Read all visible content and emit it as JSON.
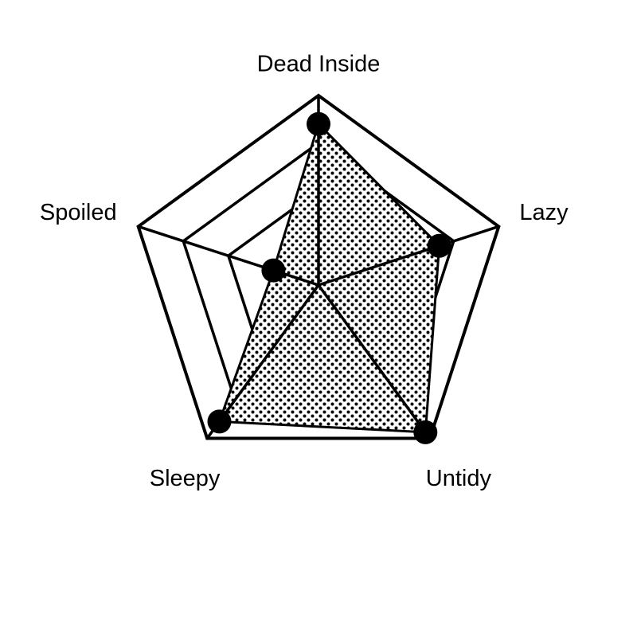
{
  "chart_data": {
    "type": "radar",
    "categories": [
      "Dead Inside",
      "Lazy",
      "Untidy",
      "Sleepy",
      "Spoiled"
    ],
    "values": [
      85,
      67,
      96,
      89,
      25
    ],
    "range": [
      0,
      100
    ],
    "grid_levels": 4,
    "fill_pattern": "dots",
    "colors": {
      "line": "#000000",
      "background": "#ffffff",
      "marker": "#000000"
    }
  }
}
